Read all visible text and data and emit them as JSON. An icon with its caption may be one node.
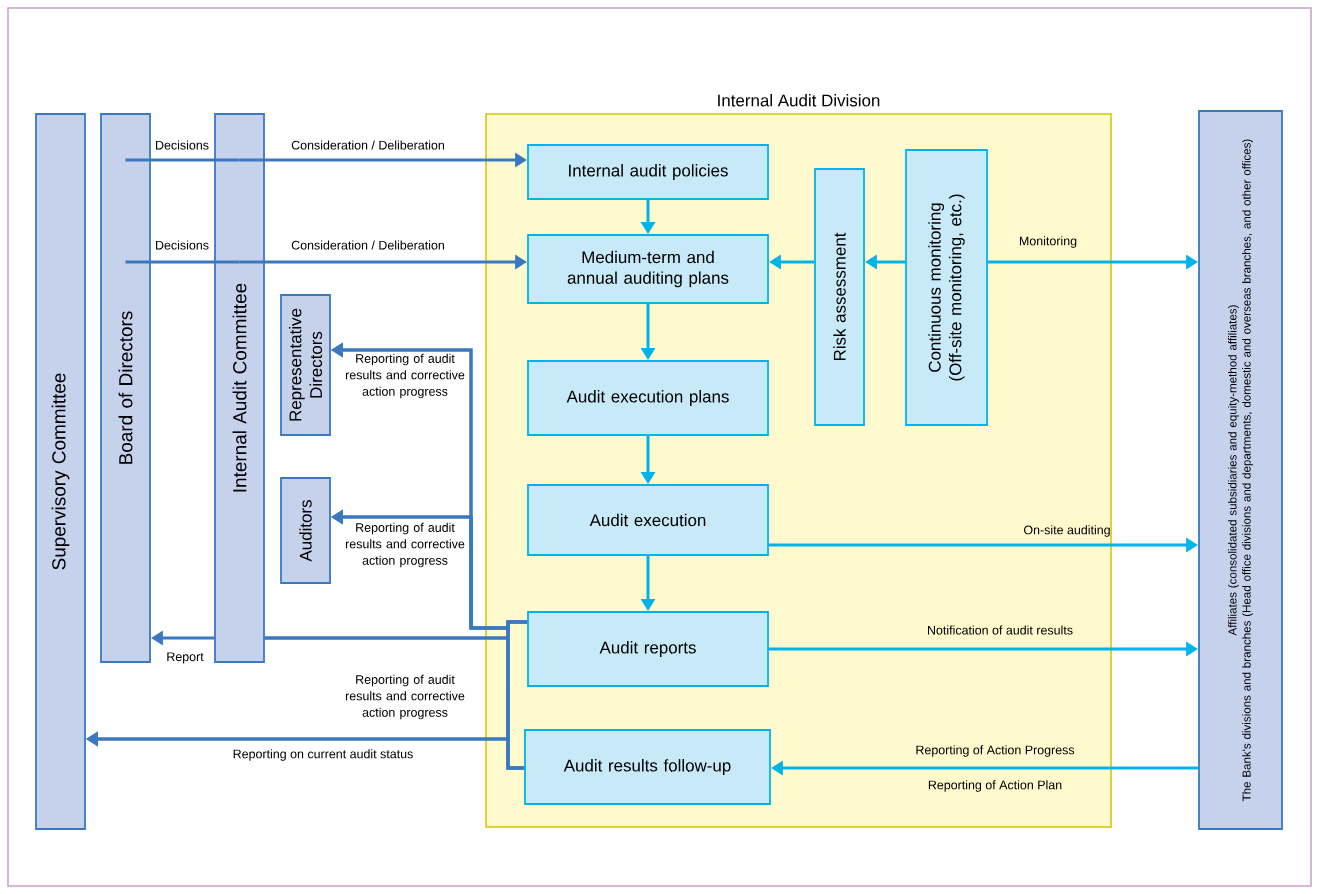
{
  "diagram": {
    "nodes": [
      {
        "text": [
          "Supervisory Committee"
        ]
      },
      {
        "text": [
          "Board of Directors"
        ]
      },
      {
        "text": [
          "Internal Audit Committee"
        ]
      },
      {
        "text": [
          "Representative Directors"
        ]
      },
      {
        "text": [
          "Auditors"
        ]
      },
      {
        "text": [
          "Internal Audit Division"
        ]
      },
      {
        "text": [
          "Internal audit policies"
        ],
        "in": 5
      },
      {
        "text": [
          "Medium-term and annual auditing plans"
        ],
        "in": 5
      },
      {
        "text": [
          "Risk assessment"
        ],
        "in": 5
      },
      {
        "text": [
          "Continuous monitoring (Off-site monitoring, etc.)"
        ],
        "in": 5
      },
      {
        "text": [
          "Audit execution plans"
        ],
        "in": 5
      },
      {
        "text": [
          "Audit execution"
        ],
        "in": 5
      },
      {
        "text": [
          "Audit reports"
        ],
        "in": 5
      },
      {
        "text": [
          "Audit results follow-up"
        ],
        "in": 5
      },
      {
        "text": [
          "Affiliates (consolidated subsidiaries and equity-method affiliates)",
          "The Bank's divisions and branches (Head office divisions and departments, domestic and overseas branches, and other offices)"
        ]
      }
    ],
    "edges": [
      {
        "from": 1,
        "to": 2,
        "arrow": "none",
        "label": "Decisions"
      },
      {
        "from": 2,
        "to": 6,
        "arrow": "to",
        "label": "Consideration / Deliberation"
      },
      {
        "from": 1,
        "to": 2,
        "arrow": "none",
        "label": "Decisions"
      },
      {
        "from": 2,
        "to": 7,
        "arrow": "to",
        "label": "Consideration / Deliberation"
      },
      {
        "from": 6,
        "to": 7,
        "arrow": "to",
        "color": "#00b4eb"
      },
      {
        "from": 7,
        "to": 10,
        "arrow": "to",
        "color": "#00b4eb"
      },
      {
        "from": 10,
        "to": 11,
        "arrow": "to",
        "color": "#00b4eb"
      },
      {
        "from": 11,
        "to": 12,
        "arrow": "to",
        "color": "#00b4eb"
      },
      {
        "from": 8,
        "to": 7,
        "arrow": "to",
        "color": "#00b4eb"
      },
      {
        "from": 9,
        "to": 8,
        "arrow": "to",
        "color": "#00b4eb"
      },
      {
        "from": 9,
        "to": 14,
        "arrow": "to",
        "color": "#00b4eb",
        "label": "Monitoring"
      },
      {
        "from": 11,
        "to": 14,
        "arrow": "to",
        "color": "#00b4eb",
        "label": "On-site auditing"
      },
      {
        "from": 12,
        "to": 14,
        "arrow": "to",
        "color": "#00b4eb",
        "label": "Notification of audit results"
      },
      {
        "from": 14,
        "to": 13,
        "arrow": "to",
        "color": "#00b4eb",
        "label": "Reporting of Action Progress"
      },
      {
        "from": 12,
        "to": 3,
        "arrow": "to",
        "label": "Reporting of audit results and corrective action progress"
      },
      {
        "from": 13,
        "to": 3,
        "arrow": "to"
      },
      {
        "from": 12,
        "to": 4,
        "arrow": "to",
        "label": "Reporting of audit results and corrective action progress"
      },
      {
        "from": 13,
        "to": 4,
        "arrow": "to"
      },
      {
        "from": 12,
        "to": 2,
        "arrow": "none",
        "label": "Reporting of audit results and corrective action progress"
      },
      {
        "from": 13,
        "to": 2,
        "arrow": "none"
      },
      {
        "from": 2,
        "to": 1,
        "arrow": "to",
        "label": "Report"
      },
      {
        "from": 12,
        "to": 0,
        "arrow": "to",
        "label": "Reporting on current audit status"
      },
      {
        "from": 13,
        "to": 0,
        "arrow": "to"
      }
    ],
    "labels": [
      "Reporting of Action Plan"
    ]
  }
}
